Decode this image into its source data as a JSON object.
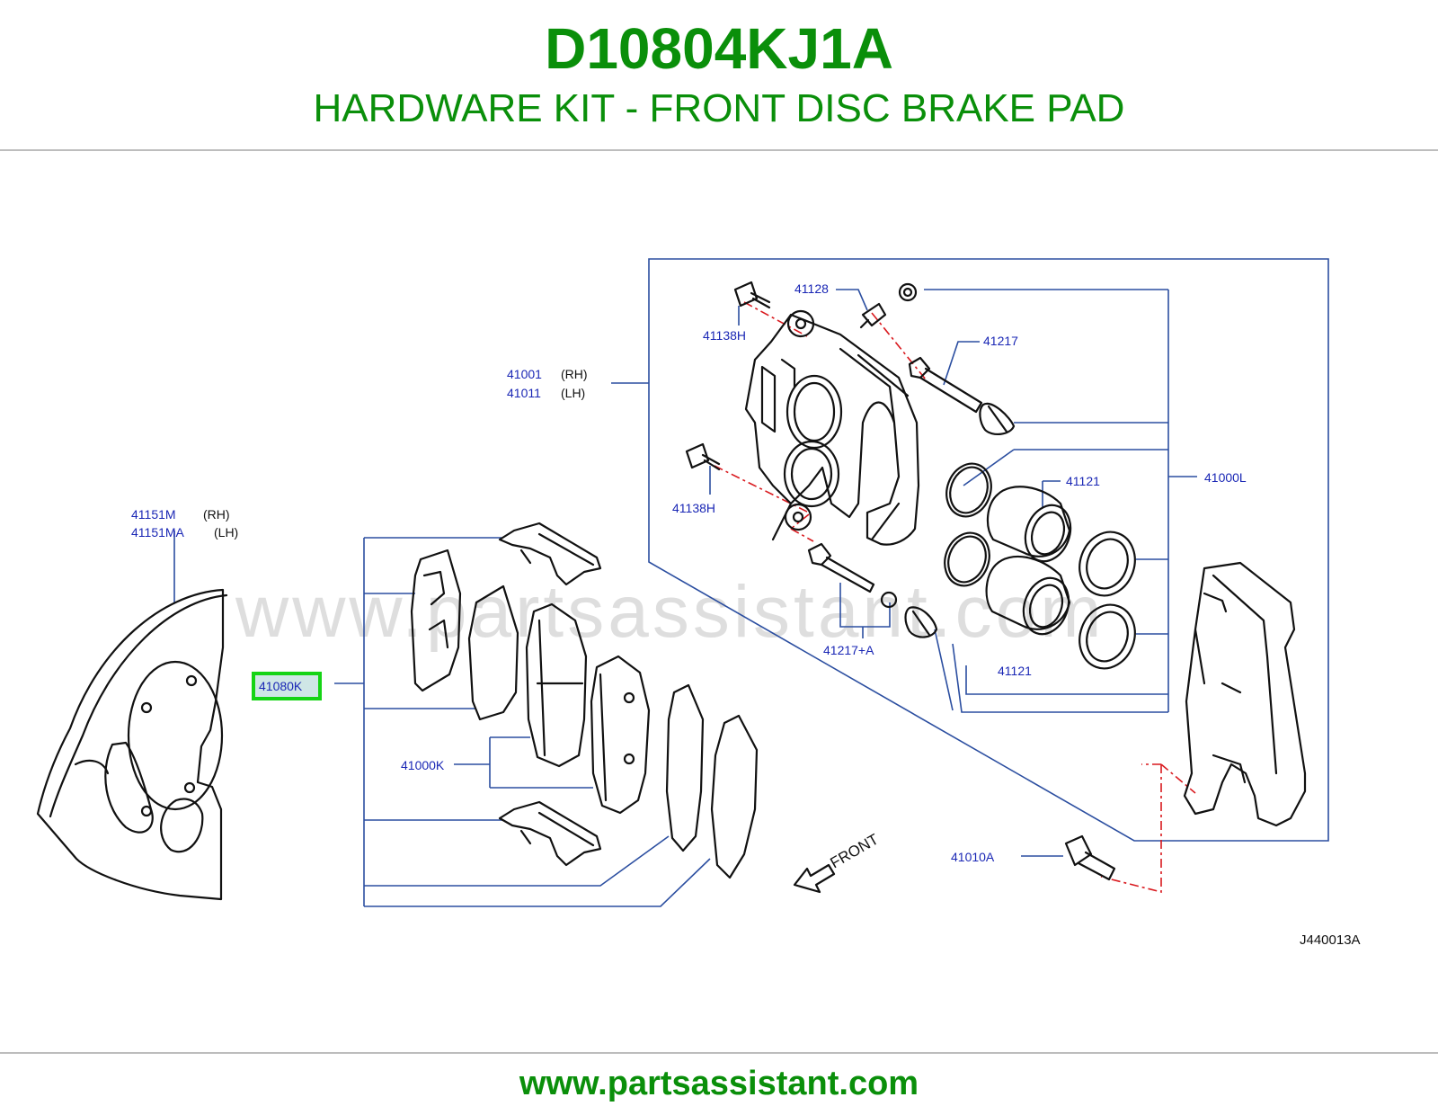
{
  "header": {
    "part_number": "D10804KJ1A",
    "part_name": "HARDWARE KIT - FRONT DISC BRAKE PAD"
  },
  "diagram": {
    "labels": {
      "l41128": "41128",
      "l41138h_top": "41138H",
      "l41217": "41217",
      "l41001": "41001",
      "l41001_side": "(RH)",
      "l41011": "41011",
      "l41011_side": "(LH)",
      "l41000l": "41000L",
      "l41121_top": "41121",
      "l41138h_mid": "41138H",
      "l41151m": "41151M",
      "l41151m_side": "(RH)",
      "l41151ma": "41151MA",
      "l41151ma_side": "(LH)",
      "l41217a": "41217+A",
      "l41121_bot": "41121",
      "l41080k": "41080K",
      "l41000k": "41000K",
      "l41010a": "41010A",
      "front": "FRONT",
      "drawing_id": "J440013A"
    },
    "watermark": "www.partsassistant.com",
    "highlighted_part": "41080K"
  },
  "footer": {
    "url": "www.partsassistant.com"
  },
  "colors": {
    "brand_green": "#0a8f0a",
    "label_blue": "#1a27b5",
    "leader_blue": "#2b4ea0",
    "highlight_green": "#15d415",
    "highlight_fill": "#cfe6e6",
    "center_line_red": "#d9191e",
    "part_stroke": "#111111",
    "watermark_gray": "#dedede",
    "rule_gray": "#bdbdbd"
  }
}
